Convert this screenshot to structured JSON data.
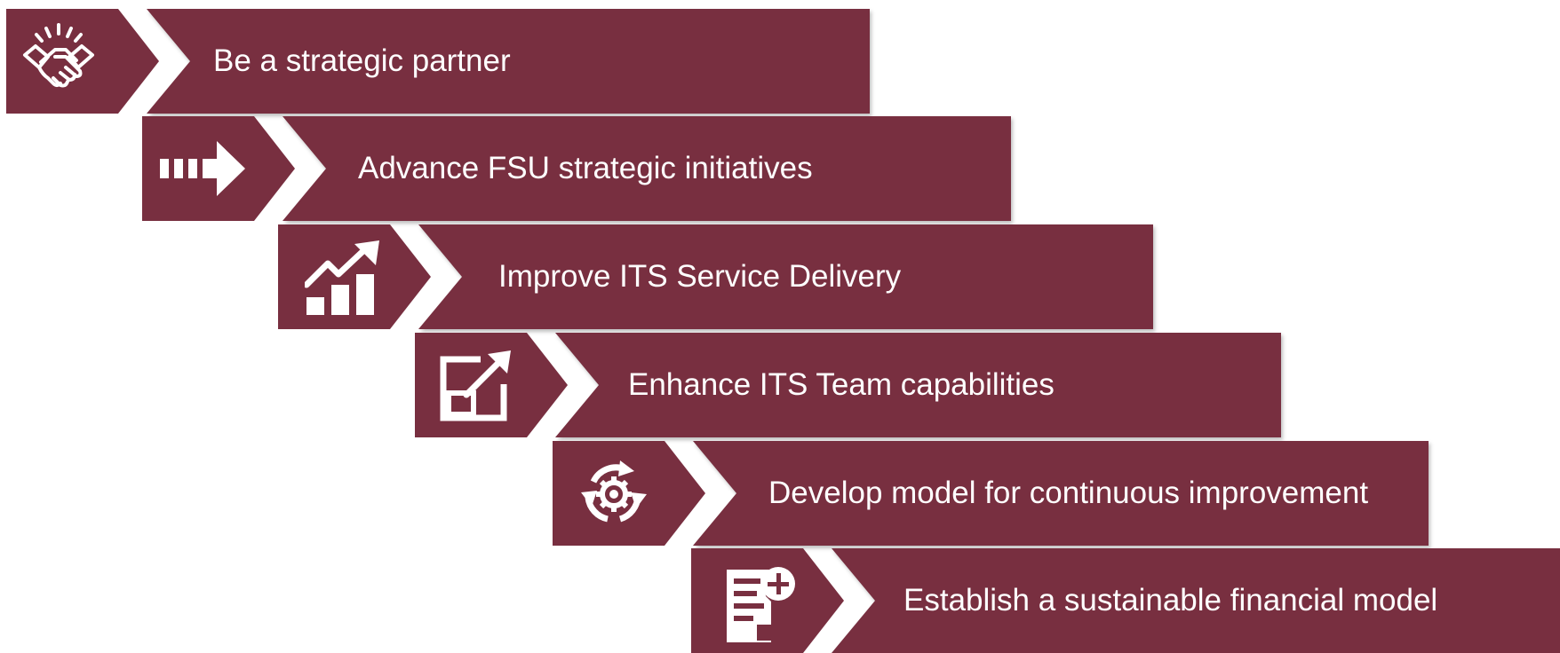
{
  "colors": {
    "fill": "#782f40",
    "icon": "#ffffff"
  },
  "steps": [
    {
      "label": "Be a strategic partner",
      "icon": "handshake-icon"
    },
    {
      "label": "Advance FSU strategic initiatives",
      "icon": "dashed-arrow-icon"
    },
    {
      "label": "Improve ITS Service Delivery",
      "icon": "growth-chart-icon"
    },
    {
      "label": "Enhance ITS Team capabilities",
      "icon": "scale-up-icon"
    },
    {
      "label": "Develop model for continuous improvement",
      "icon": "gear-cycle-icon"
    },
    {
      "label": "Establish a sustainable financial model",
      "icon": "document-add-icon"
    }
  ]
}
